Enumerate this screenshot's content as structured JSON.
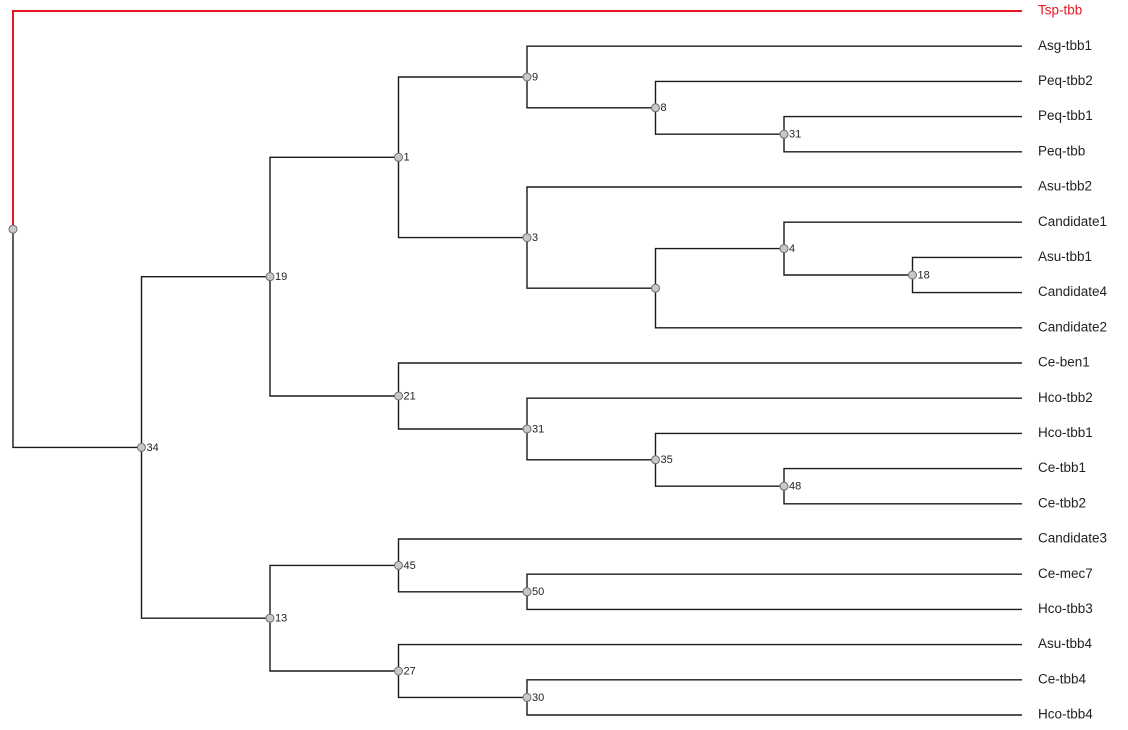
{
  "colors": {
    "branch": "#1a1a1a",
    "highlight": "#e8141e",
    "node_fill": "#c8c8c8",
    "node_stroke": "#6e6e6e"
  },
  "tree": {
    "support": "",
    "children": [
      {
        "leaf": "Tsp-tbb",
        "highlight": true
      },
      {
        "support": "34",
        "children": [
          {
            "support": "19",
            "children": [
              {
                "support": "1",
                "children": [
                  {
                    "support": "9",
                    "children": [
                      {
                        "leaf": "Asg-tbb1"
                      },
                      {
                        "support": "8",
                        "children": [
                          {
                            "leaf": "Peq-tbb2"
                          },
                          {
                            "support": "31",
                            "children": [
                              {
                                "leaf": "Peq-tbb1"
                              },
                              {
                                "leaf": "Peq-tbb"
                              }
                            ]
                          }
                        ]
                      }
                    ]
                  },
                  {
                    "support": "3",
                    "children": [
                      {
                        "leaf": "Asu-tbb2"
                      },
                      {
                        "support": "",
                        "children": [
                          {
                            "support": "4",
                            "children": [
                              {
                                "leaf": "Candidate1"
                              },
                              {
                                "support": "18",
                                "children": [
                                  {
                                    "leaf": "Asu-tbb1"
                                  },
                                  {
                                    "leaf": "Candidate4"
                                  }
                                ]
                              }
                            ]
                          },
                          {
                            "leaf": "Candidate2"
                          }
                        ]
                      }
                    ]
                  }
                ]
              },
              {
                "support": "21",
                "children": [
                  {
                    "leaf": "Ce-ben1"
                  },
                  {
                    "support": "31",
                    "children": [
                      {
                        "leaf": "Hco-tbb2"
                      },
                      {
                        "support": "35",
                        "children": [
                          {
                            "leaf": "Hco-tbb1"
                          },
                          {
                            "support": "48",
                            "children": [
                              {
                                "leaf": "Ce-tbb1"
                              },
                              {
                                "leaf": "Ce-tbb2"
                              }
                            ]
                          }
                        ]
                      }
                    ]
                  }
                ]
              }
            ]
          },
          {
            "support": "13",
            "children": [
              {
                "support": "45",
                "children": [
                  {
                    "leaf": "Candidate3"
                  },
                  {
                    "support": "50",
                    "children": [
                      {
                        "leaf": "Ce-mec7"
                      },
                      {
                        "leaf": "Hco-tbb3"
                      }
                    ]
                  }
                ]
              },
              {
                "support": "27",
                "children": [
                  {
                    "leaf": "Asu-tbb4"
                  },
                  {
                    "support": "30",
                    "children": [
                      {
                        "leaf": "Ce-tbb4"
                      },
                      {
                        "leaf": "Hco-tbb4"
                      }
                    ]
                  }
                ]
              }
            ]
          }
        ]
      }
    ]
  }
}
